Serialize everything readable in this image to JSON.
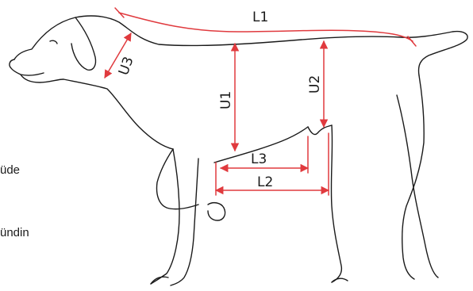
{
  "side_texts": [
    "üde",
    "ündin"
  ],
  "measurements": {
    "L1": "L1",
    "L2": "L2",
    "L3": "L3",
    "U1": "U1",
    "U2": "U2",
    "U3": "U3"
  },
  "colors": {
    "outline": "#1a1a1a",
    "measure": "#e03a3e"
  }
}
